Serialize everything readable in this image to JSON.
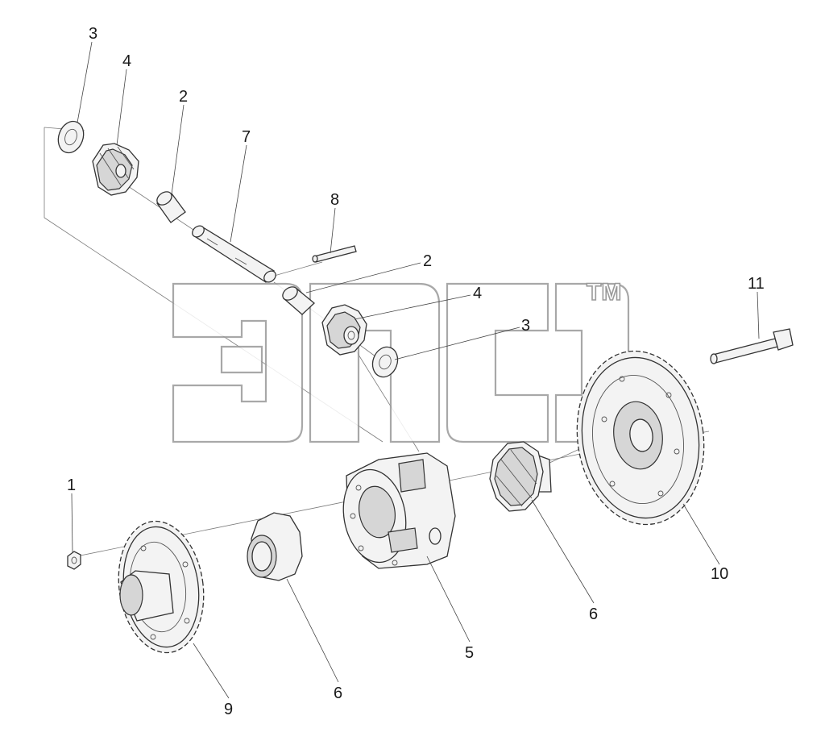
{
  "labels": {
    "p3_top": "3",
    "p4_top": "4",
    "p2_top": "2",
    "p7": "7",
    "p8": "8",
    "p2_mid": "2",
    "p4_mid": "4",
    "p3_mid": "3",
    "p11": "11",
    "p1": "1",
    "p5": "5",
    "p6_right": "6",
    "p10": "10",
    "p6_bottom": "6",
    "p9": "9"
  },
  "watermark": {
    "trademark": "TM"
  }
}
